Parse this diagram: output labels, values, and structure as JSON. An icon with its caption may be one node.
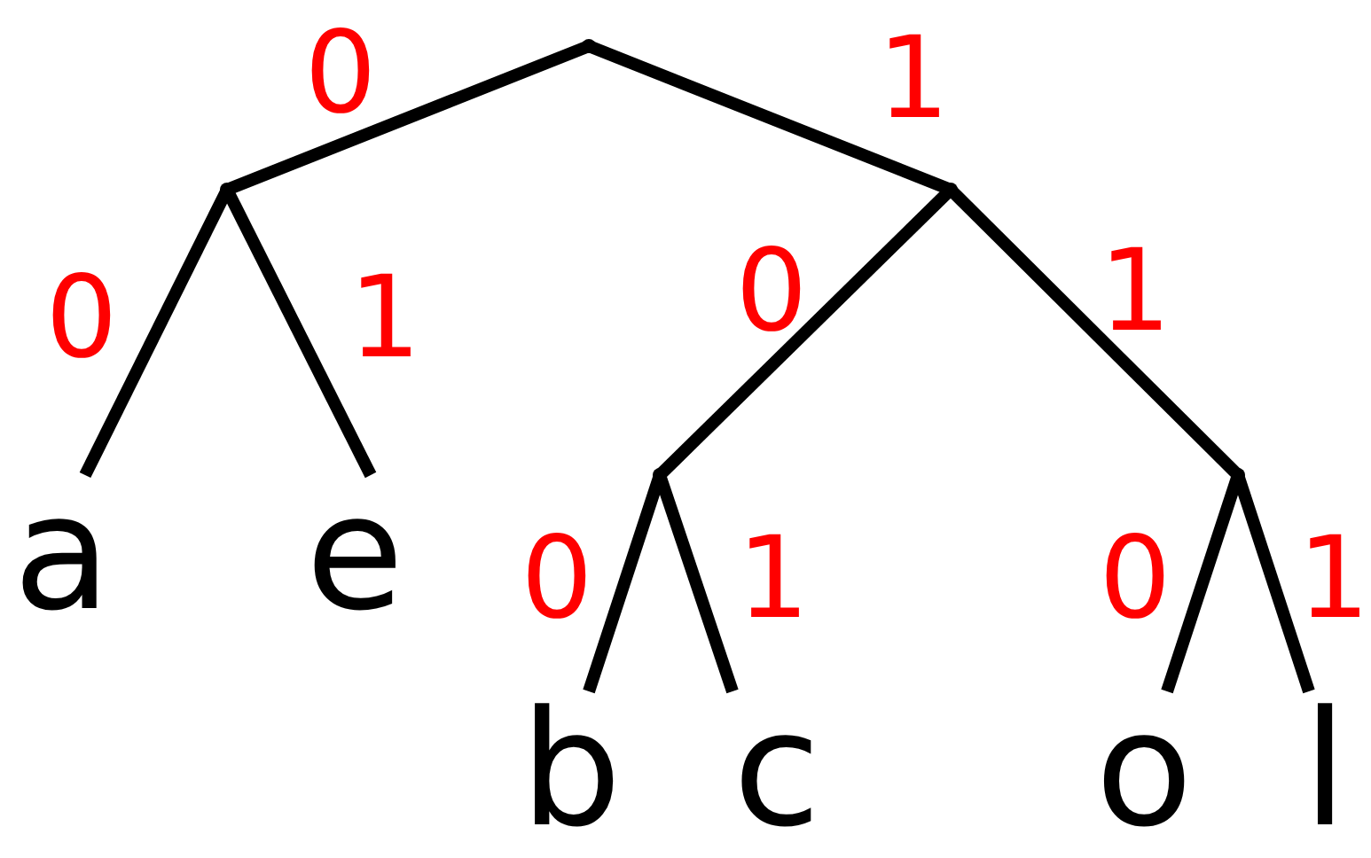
{
  "diagram": {
    "nodes": [
      {
        "text": [],
        "shape": "dot"
      },
      {
        "text": [],
        "shape": "dot"
      },
      {
        "text": [],
        "shape": "dot"
      },
      {
        "text": [],
        "shape": "dot"
      },
      {
        "text": [],
        "shape": "dot"
      },
      {
        "text": [
          "a"
        ]
      },
      {
        "text": [
          "e"
        ]
      },
      {
        "text": [
          "b"
        ]
      },
      {
        "text": [
          "c"
        ]
      },
      {
        "text": [
          "o"
        ]
      },
      {
        "text": [
          "l"
        ]
      }
    ],
    "edges": [
      {
        "from": 0,
        "to": 1,
        "arrow": "none",
        "label": "0"
      },
      {
        "from": 0,
        "to": 2,
        "arrow": "none",
        "label": "1"
      },
      {
        "from": 1,
        "to": 5,
        "arrow": "none",
        "label": "0"
      },
      {
        "from": 1,
        "to": 6,
        "arrow": "none",
        "label": "1"
      },
      {
        "from": 2,
        "to": 3,
        "arrow": "none",
        "label": "0"
      },
      {
        "from": 2,
        "to": 4,
        "arrow": "none",
        "label": "1"
      },
      {
        "from": 3,
        "to": 7,
        "arrow": "none",
        "label": "0"
      },
      {
        "from": 3,
        "to": 8,
        "arrow": "none",
        "label": "1"
      },
      {
        "from": 4,
        "to": 9,
        "arrow": "none",
        "label": "0"
      },
      {
        "from": 4,
        "to": 10,
        "arrow": "none",
        "label": "1"
      }
    ]
  }
}
